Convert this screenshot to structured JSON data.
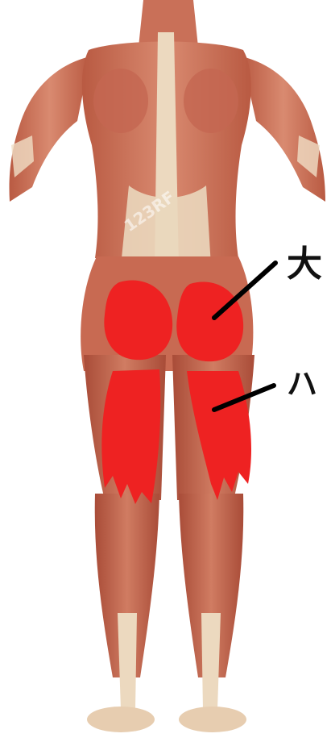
{
  "figure": {
    "subject": "back-view-muscle-anatomy",
    "highlight_color": "#ee2222",
    "skin_color": "#d98a6c",
    "muscle_color": "#c4634a",
    "tendon_color": "#eee0c8"
  },
  "callouts": [
    {
      "id": "glutes",
      "label": "大"
    },
    {
      "id": "hamstrings",
      "label": "ハ"
    }
  ],
  "watermark": {
    "text": "123RF"
  }
}
